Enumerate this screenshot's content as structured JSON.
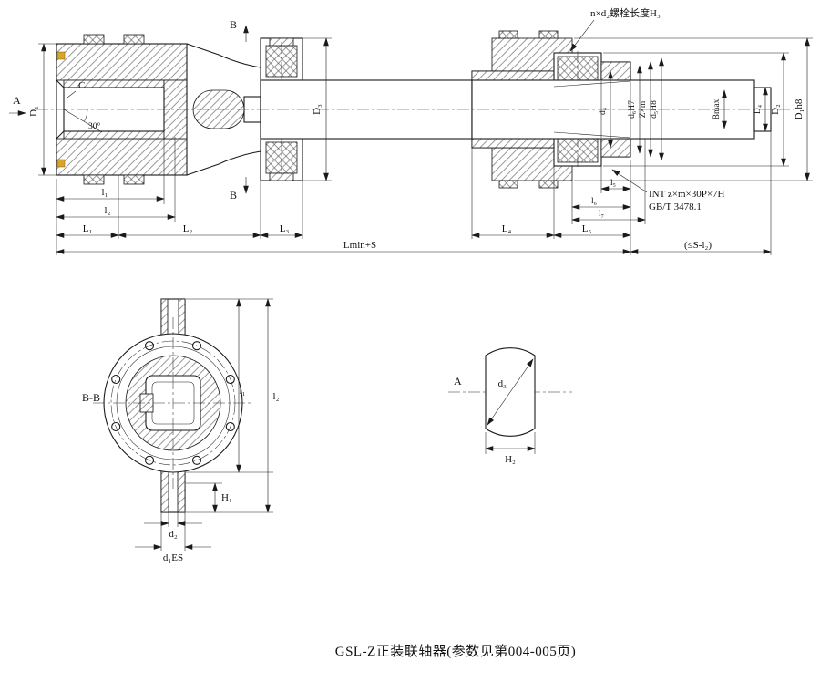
{
  "caption": "GSL-Z正装联轴器(参数见第004-005页)",
  "colors": {
    "line": "#1a1a1a",
    "seal": "#d6a62c"
  },
  "main_view": {
    "view_label_a": "A",
    "section_label_b_top": "B",
    "section_label_b_bottom": "B",
    "chamfer_label": "C",
    "angle_label": "30°",
    "bolt_note": "n×d₂螺栓长度H₃",
    "spline_note_line1": "INT z×m×30P×7H",
    "spline_note_line2": "GB/T 3478.1",
    "dim_D1_left": "D₁",
    "dim_D3": "D₃",
    "dim_d4": "d₄",
    "dim_d6H7": "d₆H7",
    "dim_Zxm": "Z×m",
    "dim_d5H8": "d₅H8",
    "dim_Bmax": "Bmax",
    "dim_D4_right": "D₄",
    "dim_D2": "D₂",
    "dim_D1h8": "D₁h8",
    "dim_l1": "l₁",
    "dim_l2": "l₂",
    "dim_L1": "L₁",
    "dim_L2": "L₂",
    "dim_L3": "L₃",
    "dim_Lmin_S": "Lmin+S",
    "dim_l5": "l₅",
    "dim_l6": "l₆",
    "dim_l7": "l₇",
    "dim_L4": "L₄",
    "dim_L5": "L₅",
    "dim_le_S_l2": "(≤S-l₂)"
  },
  "section_view": {
    "title": "B-B",
    "dim_l1": "l₁",
    "dim_l2": "l₂",
    "dim_H1": "H₁",
    "dim_d2": "d₂",
    "dim_d1ES": "d₁ES"
  },
  "detail_view": {
    "view_label": "A",
    "dim_d3": "d₃",
    "dim_H2": "H₂"
  }
}
